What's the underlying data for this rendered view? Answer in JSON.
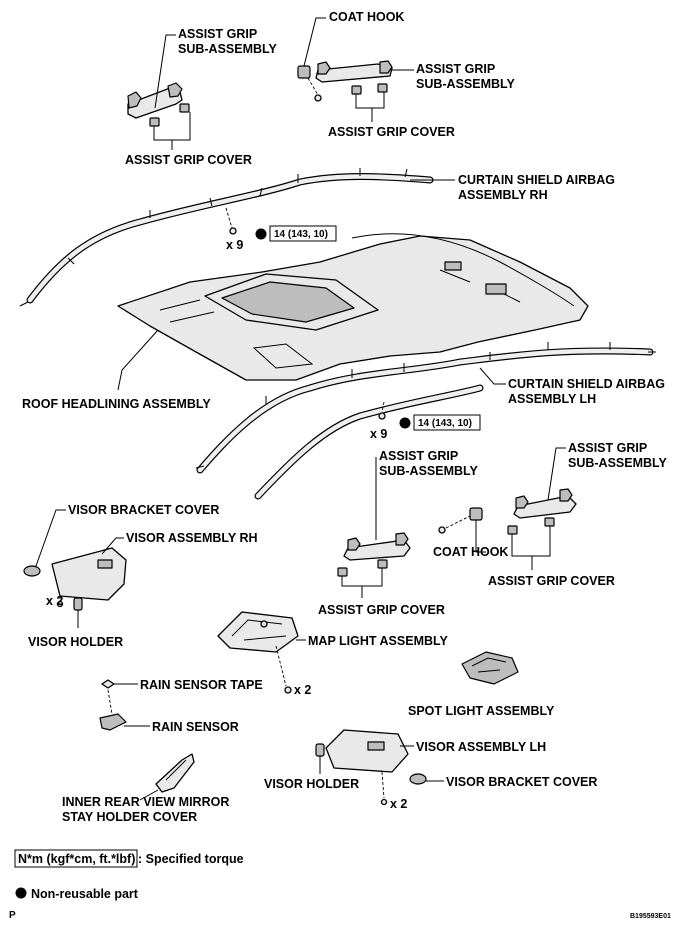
{
  "labels": {
    "assist_grip_sub_assembly_1": [
      "ASSIST GRIP",
      "SUB-ASSEMBLY"
    ],
    "coat_hook_1": "COAT HOOK",
    "assist_grip_sub_assembly_2": [
      "ASSIST GRIP",
      "SUB-ASSEMBLY"
    ],
    "assist_grip_cover_1": "ASSIST GRIP COVER",
    "assist_grip_cover_2": "ASSIST GRIP COVER",
    "curtain_airbag_rh": [
      "CURTAIN SHIELD AIRBAG",
      "ASSEMBLY RH"
    ],
    "roof_headlining": "ROOF HEADLINING ASSEMBLY",
    "curtain_airbag_lh": [
      "CURTAIN SHIELD AIRBAG",
      "ASSEMBLY LH"
    ],
    "assist_grip_sub_assembly_3": [
      "ASSIST GRIP",
      "SUB-ASSEMBLY"
    ],
    "assist_grip_sub_assembly_4": [
      "ASSIST GRIP",
      "SUB-ASSEMBLY"
    ],
    "visor_bracket_cover_1": "VISOR BRACKET COVER",
    "visor_assembly_rh": "VISOR ASSEMBLY RH",
    "coat_hook_2": "COAT HOOK",
    "assist_grip_cover_3": "ASSIST GRIP COVER",
    "assist_grip_cover_4": "ASSIST GRIP COVER",
    "visor_holder_1": "VISOR HOLDER",
    "map_light_assembly": "MAP LIGHT ASSEMBLY",
    "rain_sensor_tape": "RAIN SENSOR TAPE",
    "rain_sensor": "RAIN SENSOR",
    "spot_light_assembly": "SPOT LIGHT ASSEMBLY",
    "visor_assembly_lh": "VISOR ASSEMBLY LH",
    "visor_holder_2": "VISOR HOLDER",
    "visor_bracket_cover_2": "VISOR BRACKET COVER",
    "inner_mirror_stay_cover": [
      "INNER REAR VIEW MIRROR",
      "STAY HOLDER COVER"
    ]
  },
  "torque": {
    "rh_value": "14 (143, 10)",
    "lh_value": "14 (143, 10)"
  },
  "quantities": {
    "rh_bolts": "x 9",
    "lh_bolts": "x 9",
    "visor_rh_screws": "x 2",
    "map_light_screws": "x 2",
    "visor_lh_screws": "x 2"
  },
  "legend": {
    "torque_unit_box": "N*m (kgf*cm, ft.*lbf)",
    "torque_unit_text": ": Specified torque",
    "non_reusable": "Non-reusable part"
  },
  "footer": {
    "page_marker": "P",
    "figure_code": "B195593E01"
  }
}
